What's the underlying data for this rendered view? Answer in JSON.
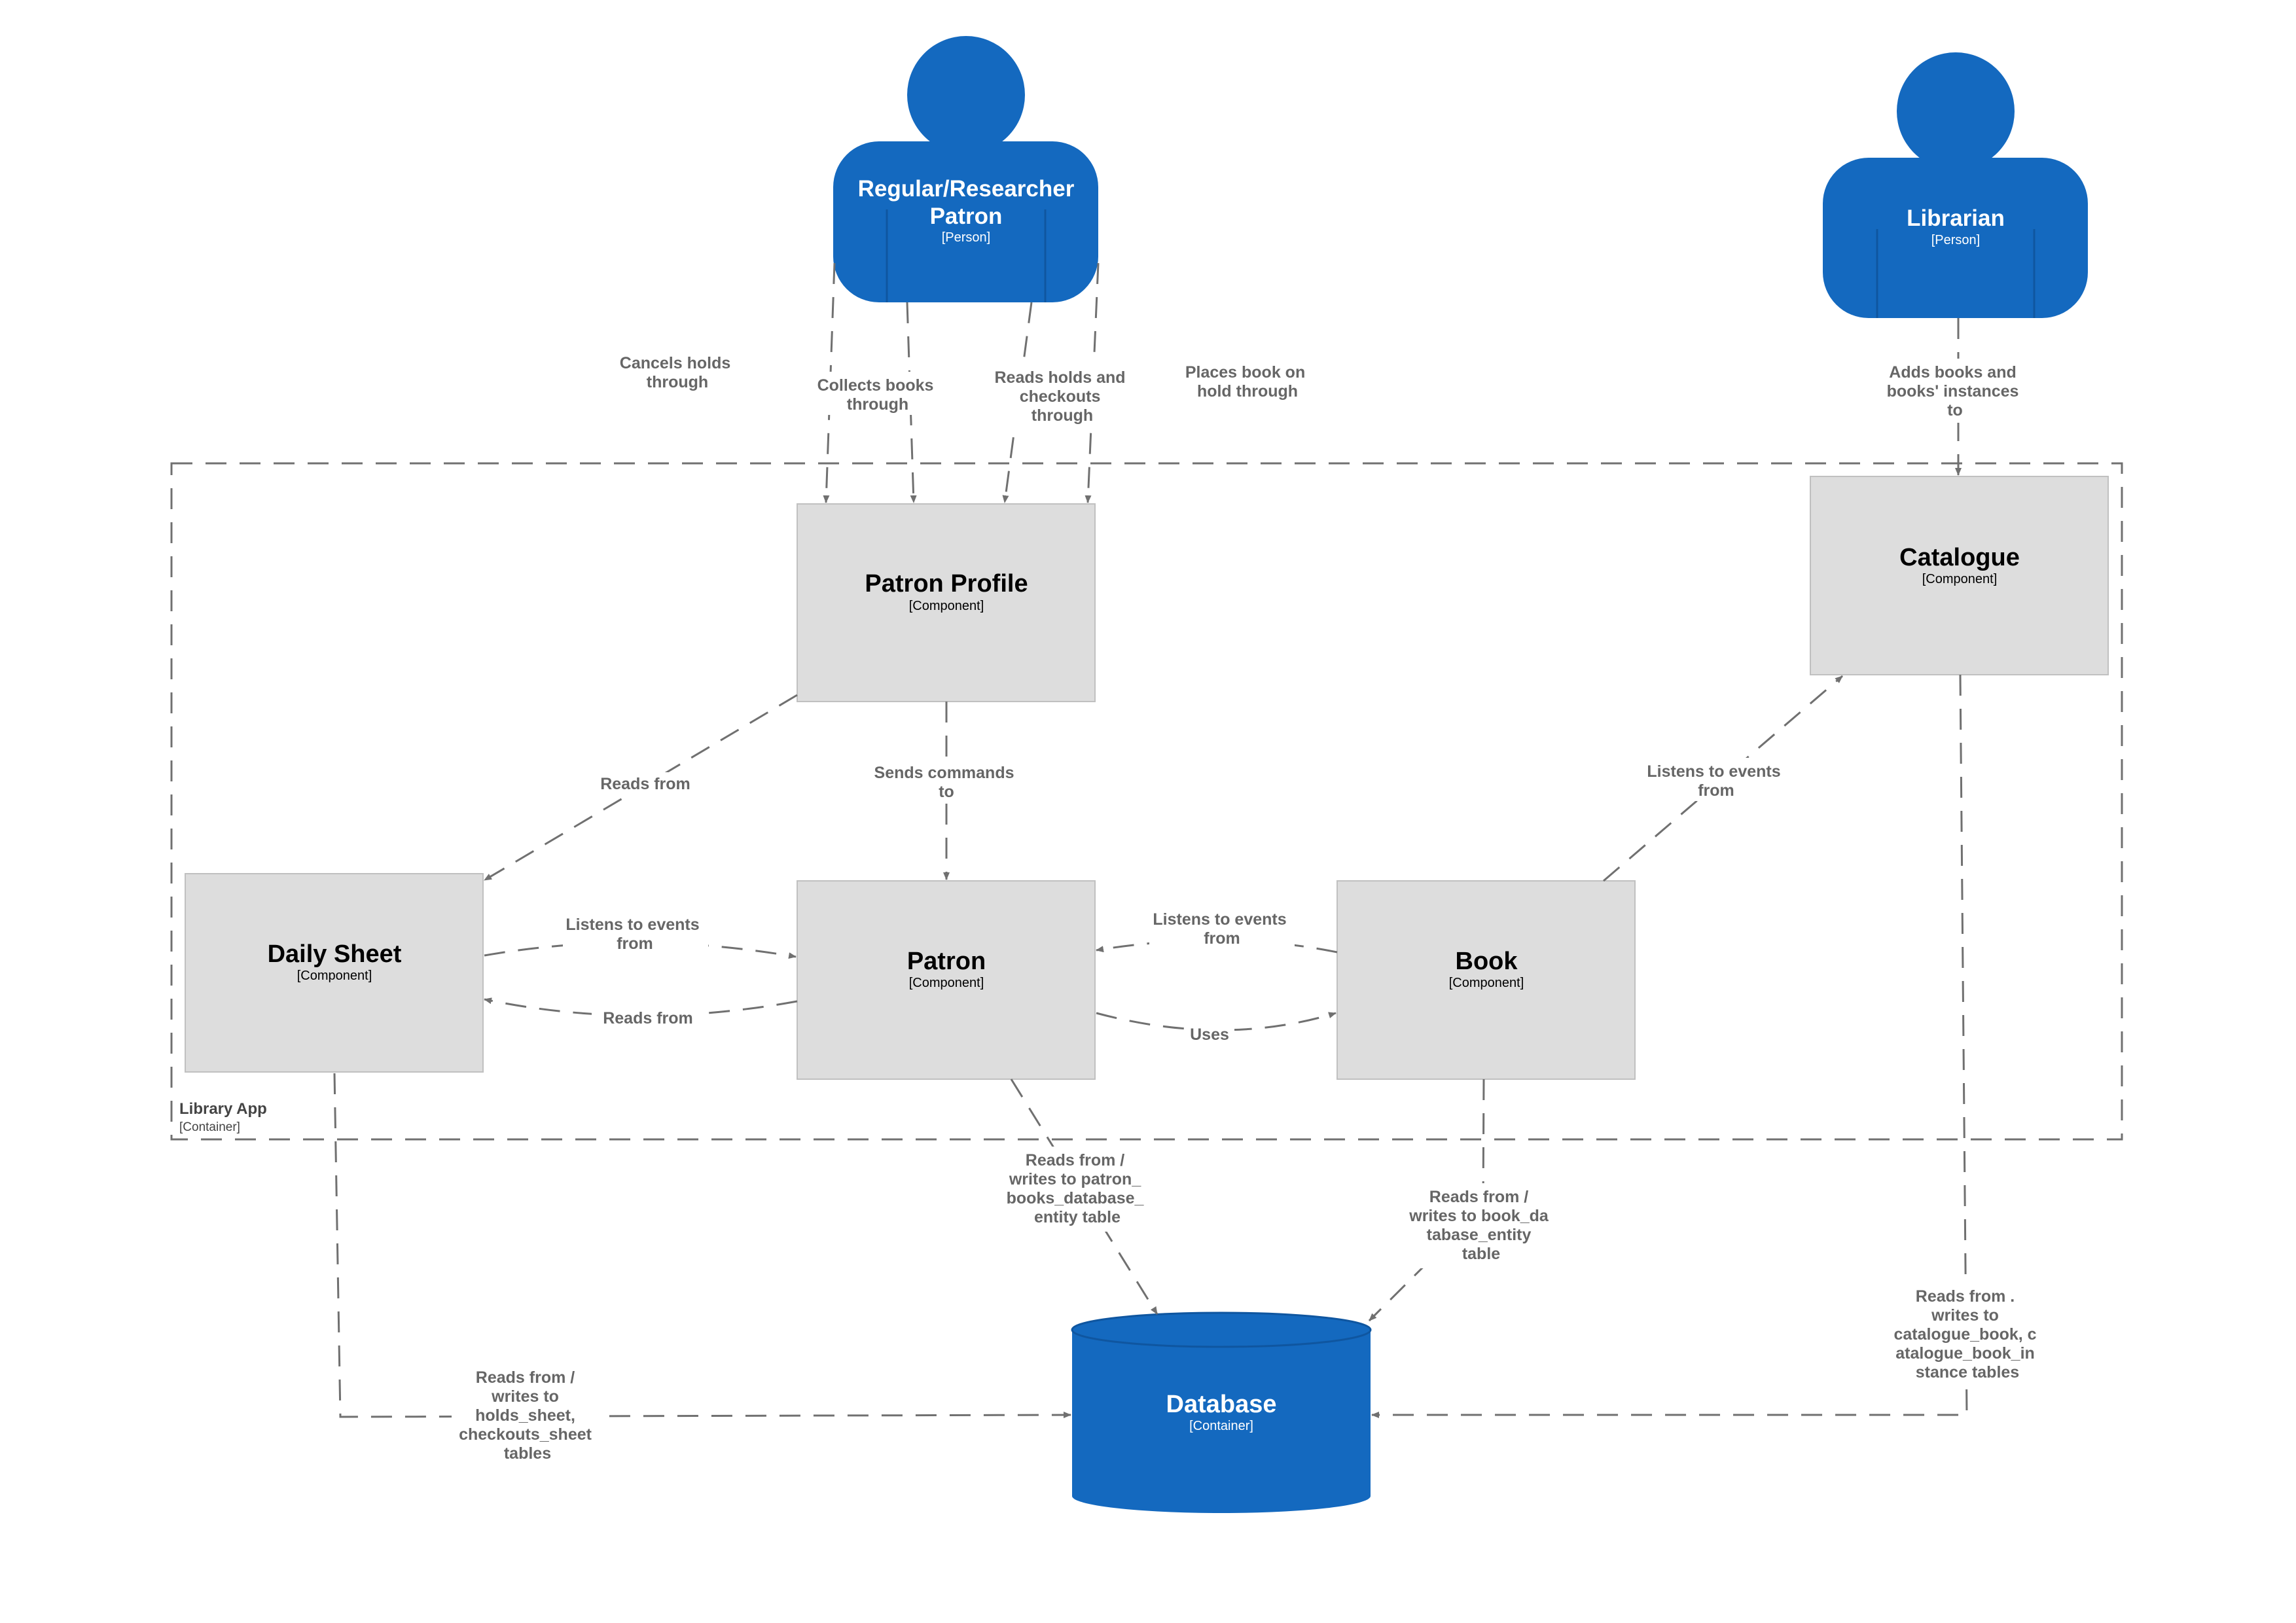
{
  "diagram": {
    "persons": {
      "patron": {
        "title_line1": "Regular/Researcher",
        "title_line2": "Patron",
        "type": "[Person]"
      },
      "librarian": {
        "title": "Librarian",
        "type": "[Person]"
      }
    },
    "container": {
      "title": "Library App",
      "type": "[Container]"
    },
    "components": {
      "patron_profile": {
        "title": "Patron Profile",
        "type": "[Component]"
      },
      "catalogue": {
        "title": "Catalogue",
        "type": "[Component]"
      },
      "daily_sheet": {
        "title": "Daily Sheet",
        "type": "[Component]"
      },
      "patron": {
        "title": "Patron",
        "type": "[Component]"
      },
      "book": {
        "title": "Book",
        "type": "[Component]"
      }
    },
    "database": {
      "title": "Database",
      "type": "[Container]"
    },
    "edges": {
      "cancels_holds": [
        "Cancels holds",
        "through"
      ],
      "collects_books": [
        "Collects books",
        "through"
      ],
      "reads_holds": [
        "Reads holds and",
        "checkouts",
        "through"
      ],
      "places_hold": [
        "Places book on",
        "hold through"
      ],
      "adds_books": [
        "Adds books and",
        "books' instances",
        "to"
      ],
      "profile_reads_sheet": [
        "Reads from"
      ],
      "sends_commands": [
        "Sends commands",
        "to"
      ],
      "listens_catalogue": [
        "Listens to events",
        "from"
      ],
      "patron_listens_sheet": [
        "Listens to events",
        "from"
      ],
      "sheet_reads_patron": [
        "Reads from"
      ],
      "patron_listens_book": [
        "Listens to events",
        "from"
      ],
      "patron_uses_book": [
        "Uses"
      ],
      "patron_db": [
        "Reads from /",
        "writes to patron_",
        "books_database_",
        "entity table"
      ],
      "book_db": [
        "Reads from /",
        "writes to book_da",
        "tabase_entity",
        "table"
      ],
      "catalogue_db": [
        "Reads from .",
        "writes to",
        "catalogue_book, c",
        "atalogue_book_in",
        "stance tables"
      ],
      "sheet_db": [
        "Reads from /",
        "writes to",
        "holds_sheet,",
        "checkouts_sheet",
        "tables"
      ]
    },
    "colors": {
      "person": "#1469bf",
      "component_fill": "#dddddd",
      "component_stroke": "#c0c0c0",
      "database": "#1469bf",
      "edge": "#707070"
    }
  }
}
